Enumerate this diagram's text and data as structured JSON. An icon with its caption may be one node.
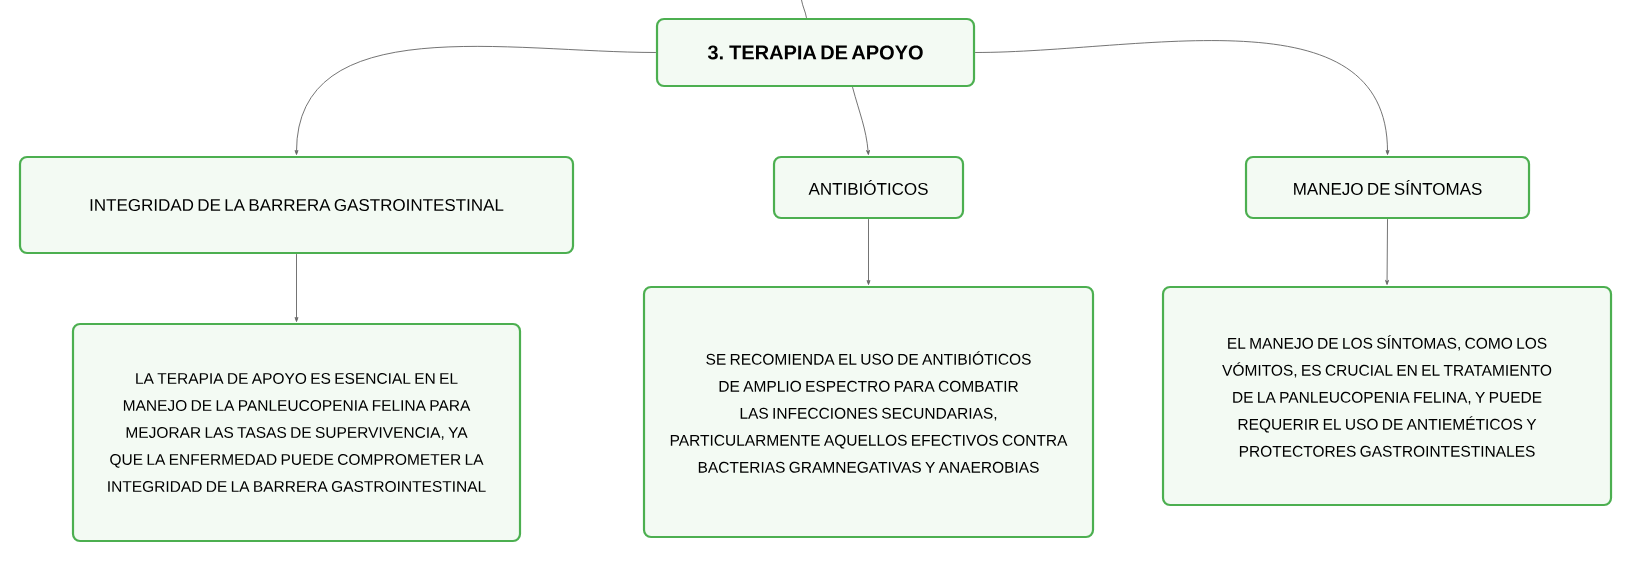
{
  "diagram": {
    "nodes": [
      {
        "text": [
          "3. TERAPIA DE APOYO"
        ]
      },
      {
        "text": [
          "INTEGRIDAD DE LA BARRERA GASTROINTESTINAL"
        ]
      },
      {
        "text": [
          "ANTIBIÓTICOS"
        ]
      },
      {
        "text": [
          "MANEJO DE SÍNTOMAS"
        ]
      },
      {
        "text": [
          "LA TERAPIA DE APOYO ES ESENCIAL EN EL MANEJO DE LA PANLEUCOPENIA FELINA PARA MEJORAR LAS TASAS DE SUPERVIVENCIA, YA QUE LA ENFERMEDAD PUEDE COMPROMETER LA INTEGRIDAD DE LA BARRERA GASTROINTESTINAL"
        ]
      },
      {
        "text": [
          "SE RECOMIENDA EL USO DE ANTIBIÓTICOS DE AMPLIO ESPECTRO PARA COMBATIR LAS INFECCIONES SECUNDARIAS, PARTICULARMENTE AQUELLOS EFECTIVOS CONTRA BACTERIAS GRAMNEGATIVAS Y ANAEROBIAS"
        ]
      },
      {
        "text": [
          "EL MANEJO DE LOS SÍNTOMAS, COMO LOS VÓMITOS, ES CRUCIAL EN EL TRATAMIENTO DE LA PANLEUCOPENIA FELINA, Y PUEDE REQUERIR EL USO DE ANTIEMÉTICOS Y PROTECTORES GASTROINTESTINALES"
        ]
      }
    ],
    "edges": [
      {
        "from": null,
        "to": 0,
        "arrow": "none"
      },
      {
        "from": 0,
        "to": 1,
        "arrow": "to"
      },
      {
        "from": 0,
        "to": 2,
        "arrow": "to"
      },
      {
        "from": 0,
        "to": 3,
        "arrow": "to"
      },
      {
        "from": 1,
        "to": 4,
        "arrow": "to"
      },
      {
        "from": 2,
        "to": 5,
        "arrow": "to"
      },
      {
        "from": 3,
        "to": 6,
        "arrow": "to"
      }
    ]
  }
}
